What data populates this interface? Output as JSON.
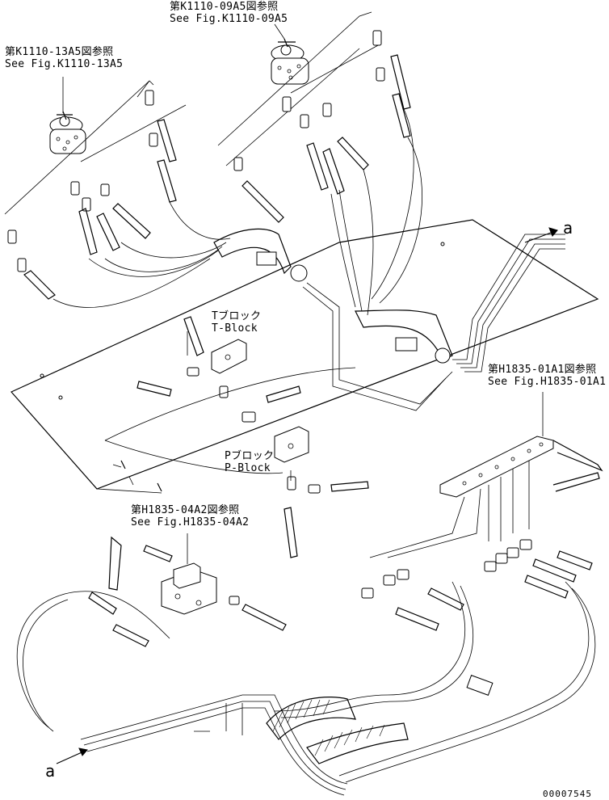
{
  "references": [
    {
      "id": "ref-k1110-09a5",
      "jp": "第K1110-09A5図参照",
      "en": "See Fig.K1110-09A5"
    },
    {
      "id": "ref-k1110-13a5",
      "jp": "第K1110-13A5図参照",
      "en": "See Fig.K1110-13A5"
    },
    {
      "id": "ref-h1835-01a1",
      "jp": "第H1835-01A1図参照",
      "en": "See Fig.H1835-01A1"
    },
    {
      "id": "ref-h1835-04a2",
      "jp": "第H1835-04A2図参照",
      "en": "See Fig.H1835-04A2"
    }
  ],
  "blocks": {
    "t_block": {
      "jp": "Tブロック",
      "en": "T-Block"
    },
    "p_block": {
      "jp": "Pブロック",
      "en": "P-Block"
    }
  },
  "connectors": {
    "a_top": "a",
    "a_bottom": "a"
  },
  "document_number": "00007545"
}
